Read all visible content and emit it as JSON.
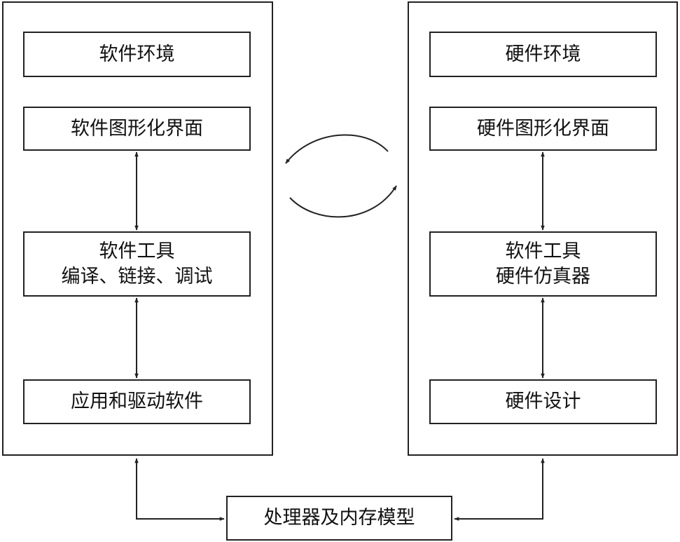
{
  "software": {
    "env": "软件环境",
    "gui": "软件图形化界面",
    "tools_line1": "软件工具",
    "tools_line2": "编译、链接、调试",
    "app": "应用和驱动软件"
  },
  "hardware": {
    "env": "硬件环境",
    "gui": "硬件图形化界面",
    "tools_line1": "软件工具",
    "tools_line2": "硬件仿真器",
    "design": "硬件设计"
  },
  "bottom": {
    "model": "处理器及内存模型"
  },
  "colors": {
    "line": "#222222",
    "background": "#ffffff"
  }
}
